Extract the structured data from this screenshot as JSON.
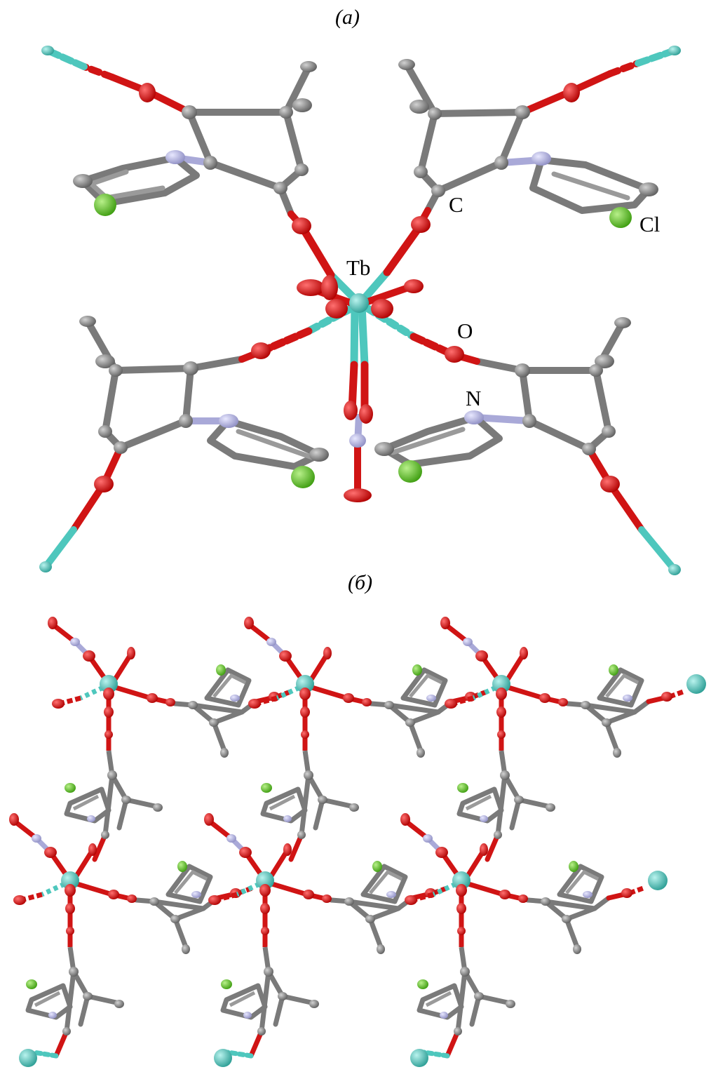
{
  "panels": {
    "a": {
      "label": "(a)"
    },
    "b": {
      "label": "(б)"
    }
  },
  "atom_labels": {
    "tb": "Tb",
    "c": "C",
    "cl": "Cl",
    "o": "O",
    "n": "N"
  },
  "colors": {
    "carbon": "#7a7a7a",
    "carbon_highlight": "#b5b5b5",
    "oxygen": "#d01414",
    "oxygen_highlight": "#ff6a6a",
    "nitrogen": "#a9a9d8",
    "chlorine": "#55c41e",
    "terbium": "#4ec7bd",
    "terbium_bond": "#5fd0c6",
    "text": "#000000"
  },
  "figure": {
    "molecule": "Tb coordination polymer",
    "panel_a_view": "single Tb center with four ligands and nitrate",
    "panel_b_view": "2D layer of repeating units"
  }
}
